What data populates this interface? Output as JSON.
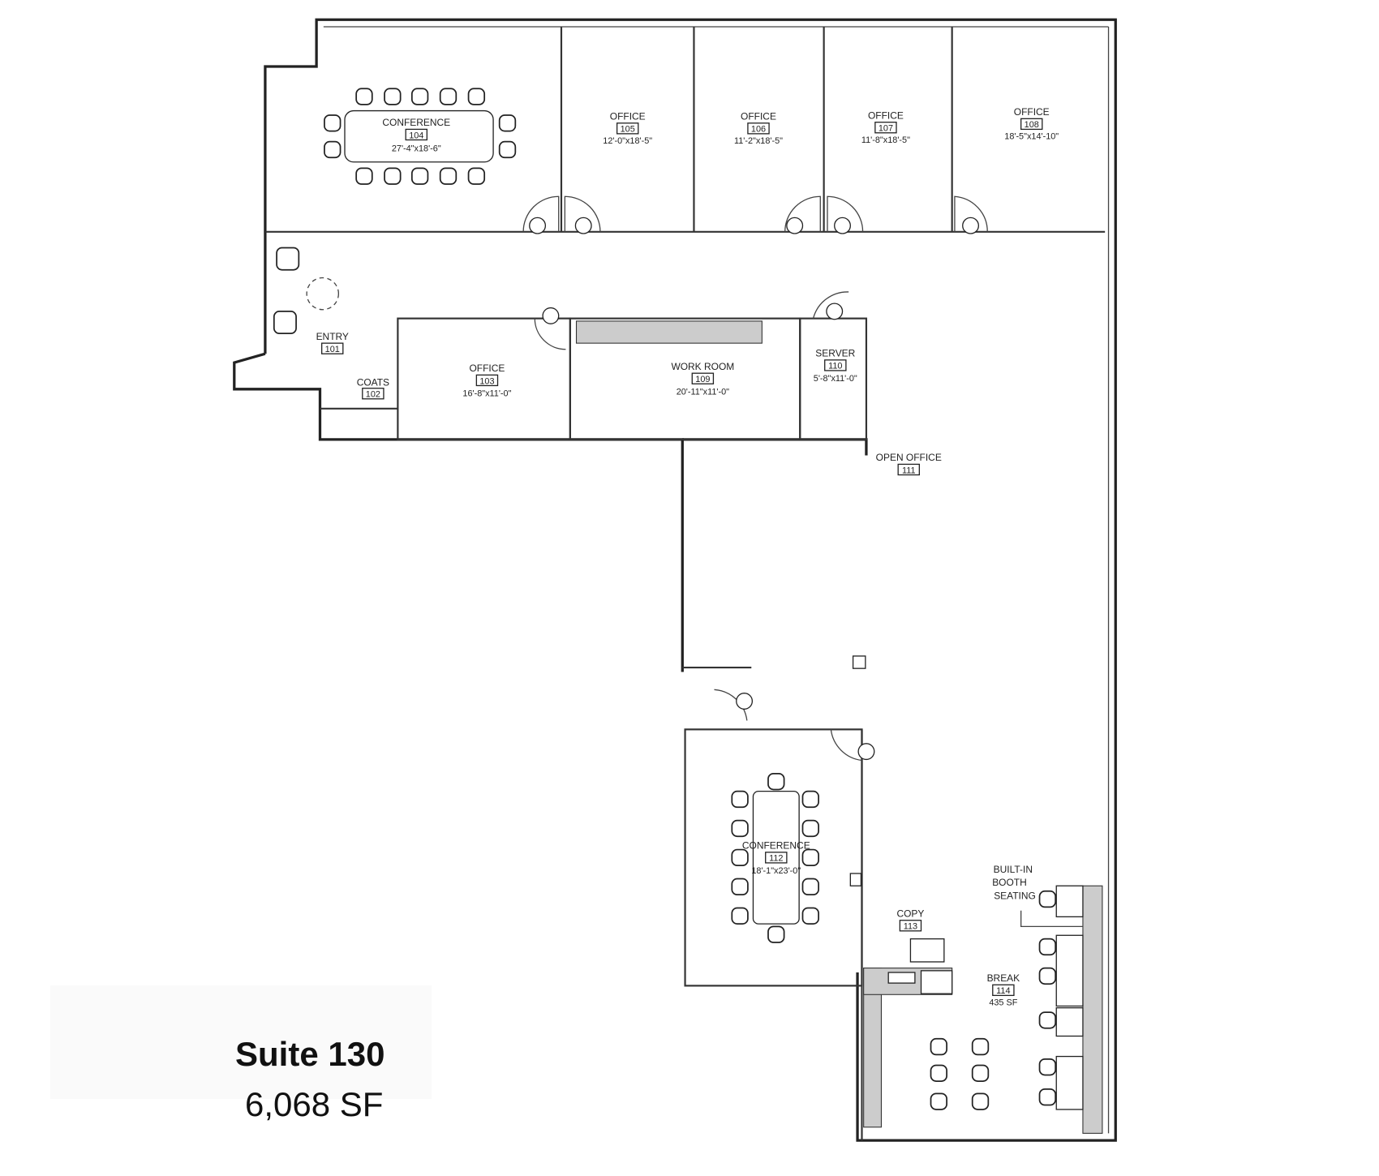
{
  "rooms": {
    "conf104": {
      "name": "CONFERENCE",
      "number": "104",
      "size": "27'-4\"x18'-6\""
    },
    "off105": {
      "name": "OFFICE",
      "number": "105",
      "size": "12'-0\"x18'-5\""
    },
    "off106": {
      "name": "OFFICE",
      "number": "106",
      "size": "11'-2\"x18'-5\""
    },
    "off107": {
      "name": "OFFICE",
      "number": "107",
      "size": "11'-8\"x18'-5\""
    },
    "off108": {
      "name": "OFFICE",
      "number": "108",
      "size": "18'-5\"x14'-10\""
    },
    "entry101": {
      "name": "ENTRY",
      "number": "101"
    },
    "coats102": {
      "name": "COATS",
      "number": "102"
    },
    "off103": {
      "name": "OFFICE",
      "number": "103",
      "size": "16'-8\"x11'-0\""
    },
    "work109": {
      "name": "WORK ROOM",
      "number": "109",
      "size": "20'-11\"x11'-0\""
    },
    "server110": {
      "name": "SERVER",
      "number": "110",
      "size": "5'-8\"x11'-0\""
    },
    "open111": {
      "name": "OPEN OFFICE",
      "number": "111"
    },
    "conf112": {
      "name": "CONFERENCE",
      "number": "112",
      "size": "18'-1\"x23'-0\""
    },
    "copy113": {
      "name": "COPY",
      "number": "113"
    },
    "break114": {
      "name": "BREAK",
      "number": "114",
      "size": "435 SF"
    },
    "booth": {
      "line1": "BUILT-IN",
      "line2": "BOOTH",
      "line3": "SEATING"
    }
  },
  "suite": {
    "title": "Suite 130",
    "area": "6,068 SF"
  }
}
